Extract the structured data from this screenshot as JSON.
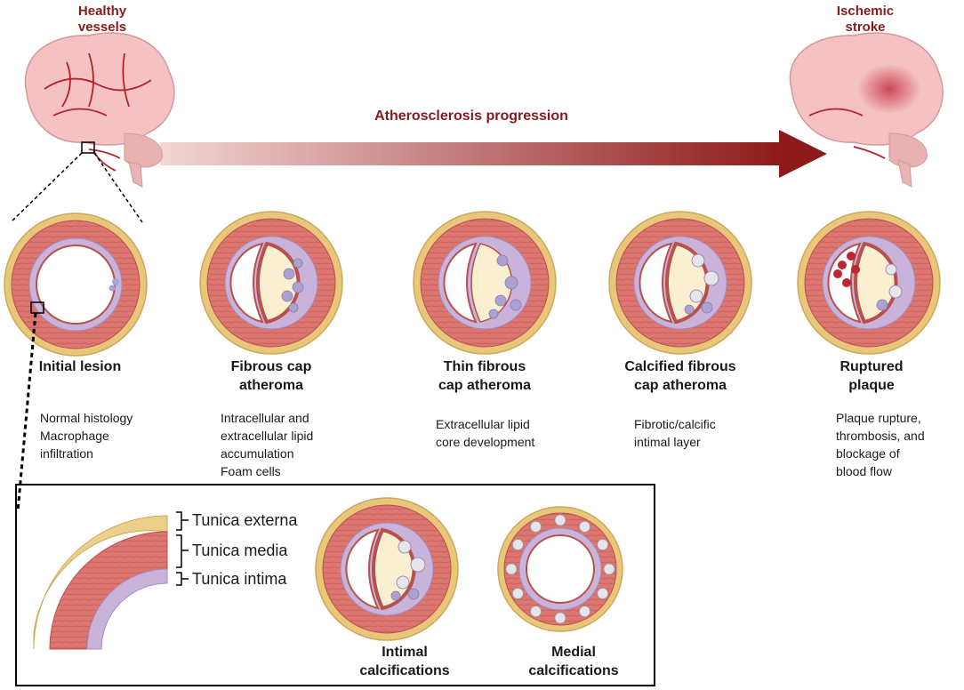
{
  "header": {
    "left_label": "Healthy\nvessels",
    "right_label": "Ischemic\nstroke",
    "arrow_label": "Atherosclerosis progression"
  },
  "stages": [
    {
      "title": "Initial lesion",
      "description": "Normal histology\nMacrophage\ninfiltration"
    },
    {
      "title": "Fibrous cap\natheroma",
      "description": "Intracellular and\nextracellular lipid\naccumulation\nFoam cells"
    },
    {
      "title": "Thin fibrous\ncap atheroma",
      "description": "Extracellular lipid\ncore development"
    },
    {
      "title": "Calcified fibrous\ncap atheroma",
      "description": "Fibrotic/calcific\nintimal layer"
    },
    {
      "title": "Ruptured\nplaque",
      "description": "Plaque rupture,\nthrombosis, and\nblockage of\nblood flow"
    }
  ],
  "inset": {
    "layers": [
      "Tunica externa",
      "Tunica media",
      "Tunica intima"
    ],
    "calcifications": [
      {
        "title": "Intimal\ncalcifications"
      },
      {
        "title": "Medial\ncalcifications"
      }
    ]
  },
  "colors": {
    "accent_dark_red": "#8a1a1a",
    "adventitia": "#e9c77a",
    "media": "#d9736b",
    "intima": "#c9b3da",
    "lipid_core": "#fbefd2"
  }
}
